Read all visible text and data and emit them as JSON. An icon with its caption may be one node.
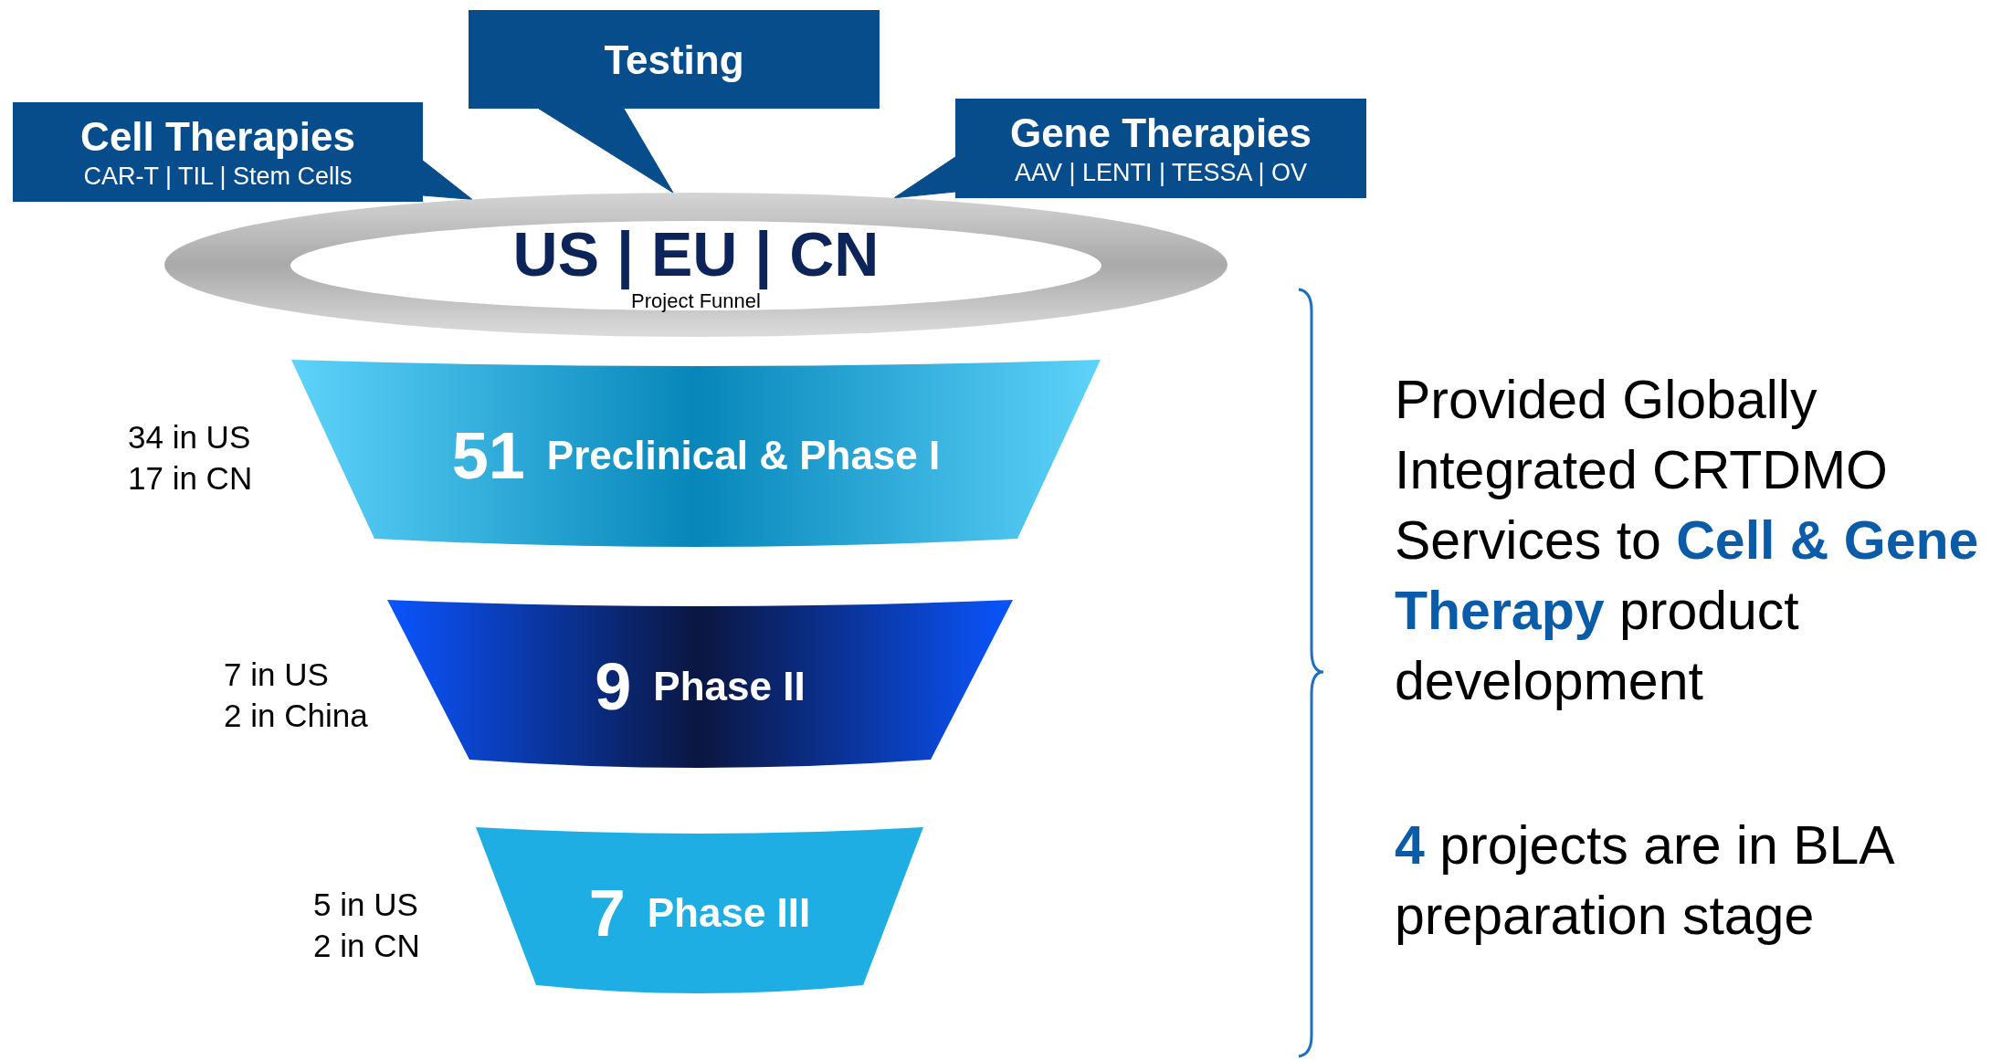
{
  "diagram": {
    "nodes": [
      {
        "text": [
          "Cell Therapies",
          "CAR-T | TIL | Stem Cells"
        ]
      },
      {
        "text": [
          "Testing"
        ]
      },
      {
        "text": [
          "Gene Therapies",
          "AAV | LENTI | TESSA | OV"
        ]
      },
      {
        "text": [
          "US | EU | CN",
          "Project Funnel"
        ]
      },
      {
        "text": [
          "51",
          "Preclinical & Phase I"
        ],
        "beside": [
          "34 in US",
          "17 in CN"
        ]
      },
      {
        "text": [
          "9",
          "Phase II"
        ],
        "beside": [
          "7 in US",
          "2 in China"
        ]
      },
      {
        "text": [
          "7",
          "Phase III"
        ],
        "beside": [
          "5 in US",
          "2 in CN"
        ]
      }
    ],
    "edges": [
      {
        "from": 0,
        "to": 3,
        "arrow": "to"
      },
      {
        "from": 1,
        "to": 3,
        "arrow": "to"
      },
      {
        "from": 2,
        "to": 3,
        "arrow": "to"
      }
    ],
    "labels": [
      "Provided Globally Integrated CRTDMO Services to **Cell & Gene Therapy** product development",
      "**4** projects are in BLA preparation stage"
    ]
  }
}
